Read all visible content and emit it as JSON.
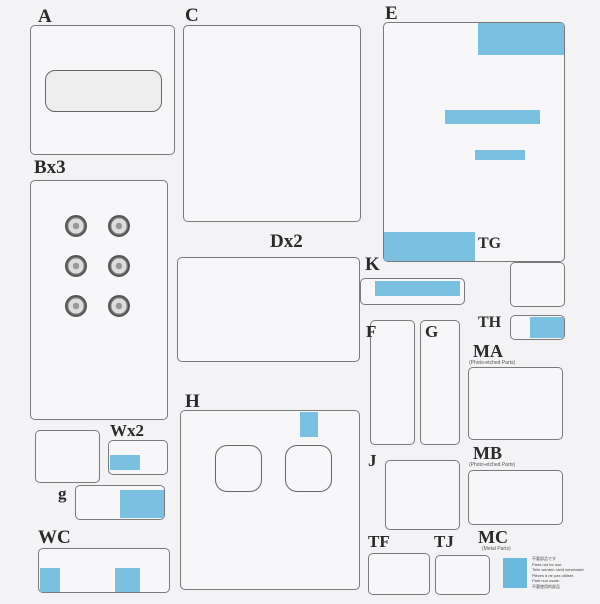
{
  "sprues": {
    "A": "A",
    "C": "C",
    "E": "E",
    "B": "Bx3",
    "D": "Dx2",
    "K": "K",
    "TG": "TG",
    "F": "F",
    "G": "G",
    "TH": "TH",
    "MA": "MA",
    "H": "H",
    "W": "Wx2",
    "J": "J",
    "MB": "MB",
    "g": "g",
    "WC": "WC",
    "TF": "TF",
    "TJ": "TJ",
    "MC": "MC"
  },
  "subtitles": {
    "MA": "(Photo-etched Parts)",
    "MB": "(Photo-etched Parts)",
    "MC": "(Metal Parts)"
  },
  "legend": {
    "lines": [
      "不要部品です",
      "Parts not for use.",
      "Teile werden nicht verwendet.",
      "Pièces à ne pas utiliser.",
      "Parti non usate.",
      "不要使用的部品"
    ]
  },
  "colors": {
    "not_for_use": "#6cb9de"
  }
}
